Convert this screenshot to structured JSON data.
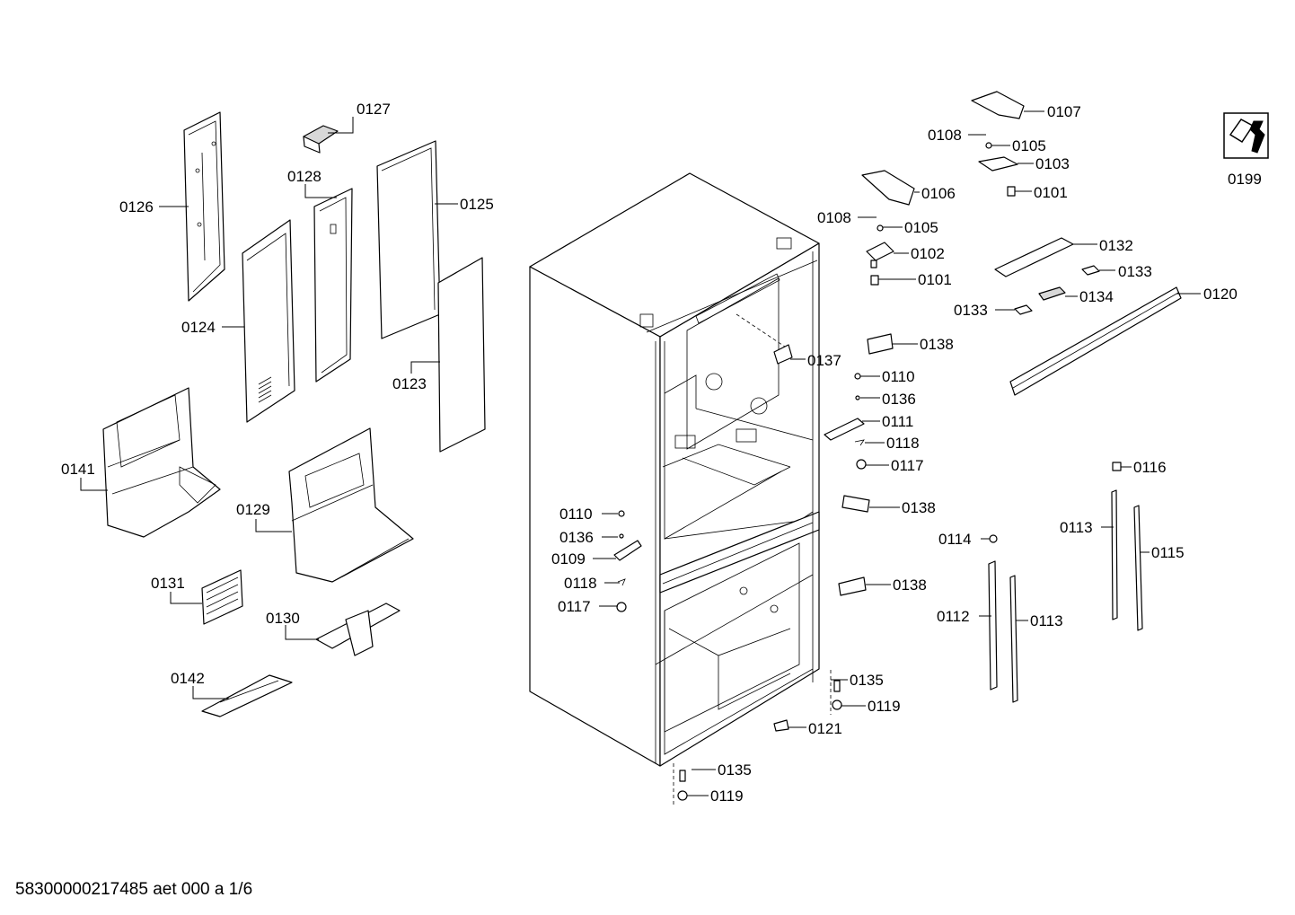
{
  "footer_text": "58300000217485 aet 000 a 1/6",
  "service_icon": "wrench-icon",
  "labels": {
    "p0127": "0127",
    "p0128": "0128",
    "p0126": "0126",
    "p0125": "0125",
    "p0124": "0124",
    "p0123": "0123",
    "p0141": "0141",
    "p0129": "0129",
    "p0131": "0131",
    "p0130": "0130",
    "p0142": "0142",
    "p0110a": "0110",
    "p0136a": "0136",
    "p0109": "0109",
    "p0118a": "0118",
    "p0117a": "0117",
    "p0107": "0107",
    "p0108a": "0108",
    "p0105a": "0105",
    "p0103": "0103",
    "p0101a": "0101",
    "p0106": "0106",
    "p0108b": "0108",
    "p0105b": "0105",
    "p0102": "0102",
    "p0101b": "0101",
    "p0137": "0137",
    "p0138a": "0138",
    "p0110b": "0110",
    "p0136b": "0136",
    "p0111": "0111",
    "p0118b": "0118",
    "p0117b": "0117",
    "p0138b": "0138",
    "p0138c": "0138",
    "p0135a": "0135",
    "p0119a": "0119",
    "p0121": "0121",
    "p0135b": "0135",
    "p0119b": "0119",
    "p0199": "0199",
    "p0132": "0132",
    "p0133a": "0133",
    "p0133b": "0133",
    "p0134": "0134",
    "p0120": "0120",
    "p0116": "0116",
    "p0113a": "0113",
    "p0115": "0115",
    "p0114": "0114",
    "p0112": "0112",
    "p0113b": "0113"
  }
}
